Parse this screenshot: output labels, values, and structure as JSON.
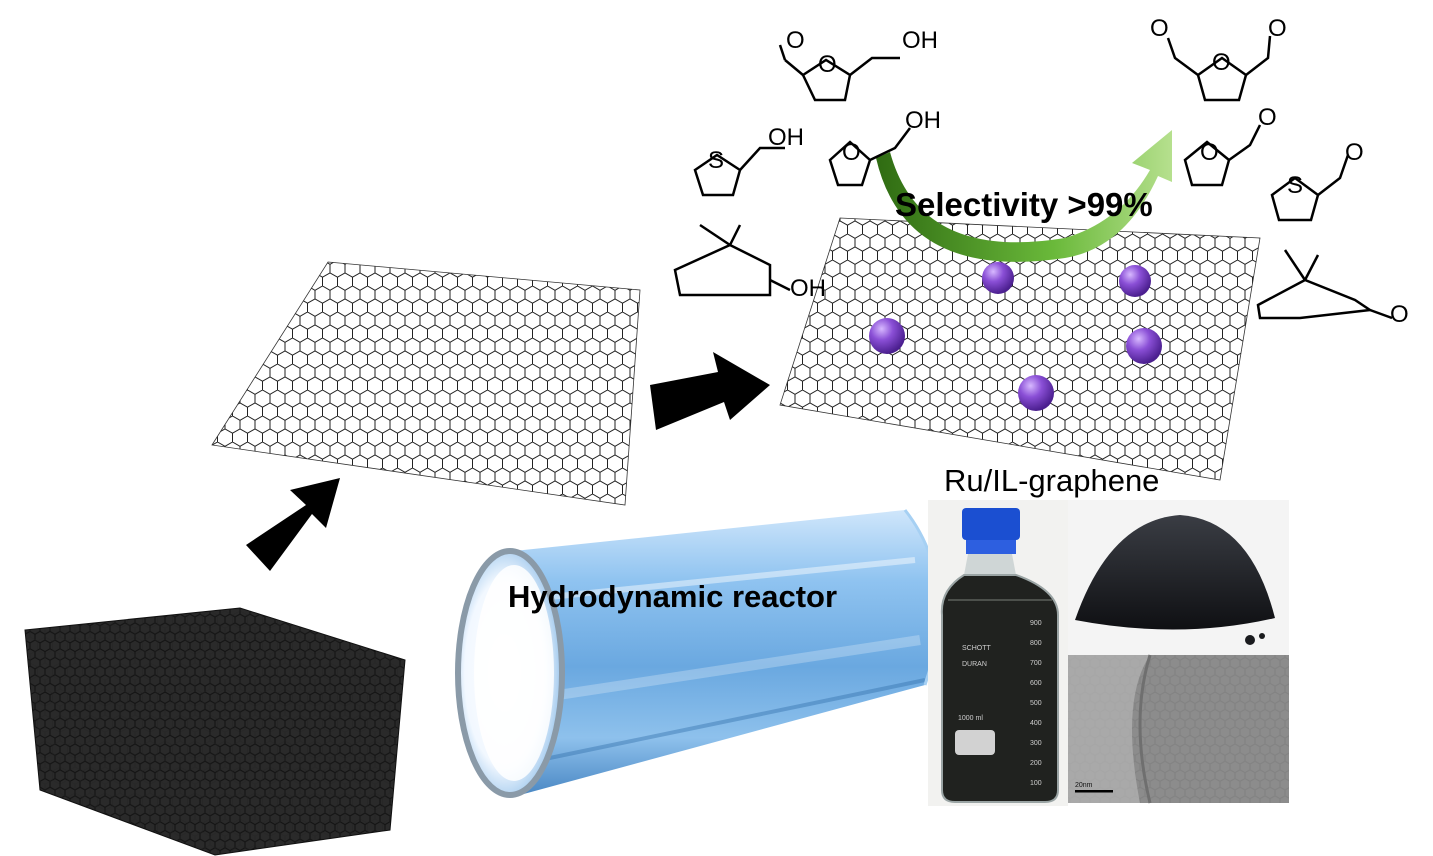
{
  "labels": {
    "selectivity": "Selectivity >99%",
    "reactor": "Hydrodynamic reactor",
    "catalyst": "Ru/IL-graphene"
  },
  "chemistry": {
    "oh": "OH",
    "o": "O",
    "s": "S"
  },
  "bottle": {
    "brand_top": "SCHOTT",
    "brand_bottom": "DURAN",
    "volume": "1000 ml",
    "ticks": [
      "900",
      "800",
      "700",
      "600",
      "500",
      "400",
      "300",
      "200",
      "100"
    ]
  },
  "tem": {
    "scale_bar": "20nm"
  },
  "colors": {
    "sheet": "#222222",
    "nanoparticle": "#8a4fd6",
    "arrow_green": "#6ab93a",
    "reactor_blue": "#7fb6e6",
    "liquid": "#1c1e1a"
  }
}
